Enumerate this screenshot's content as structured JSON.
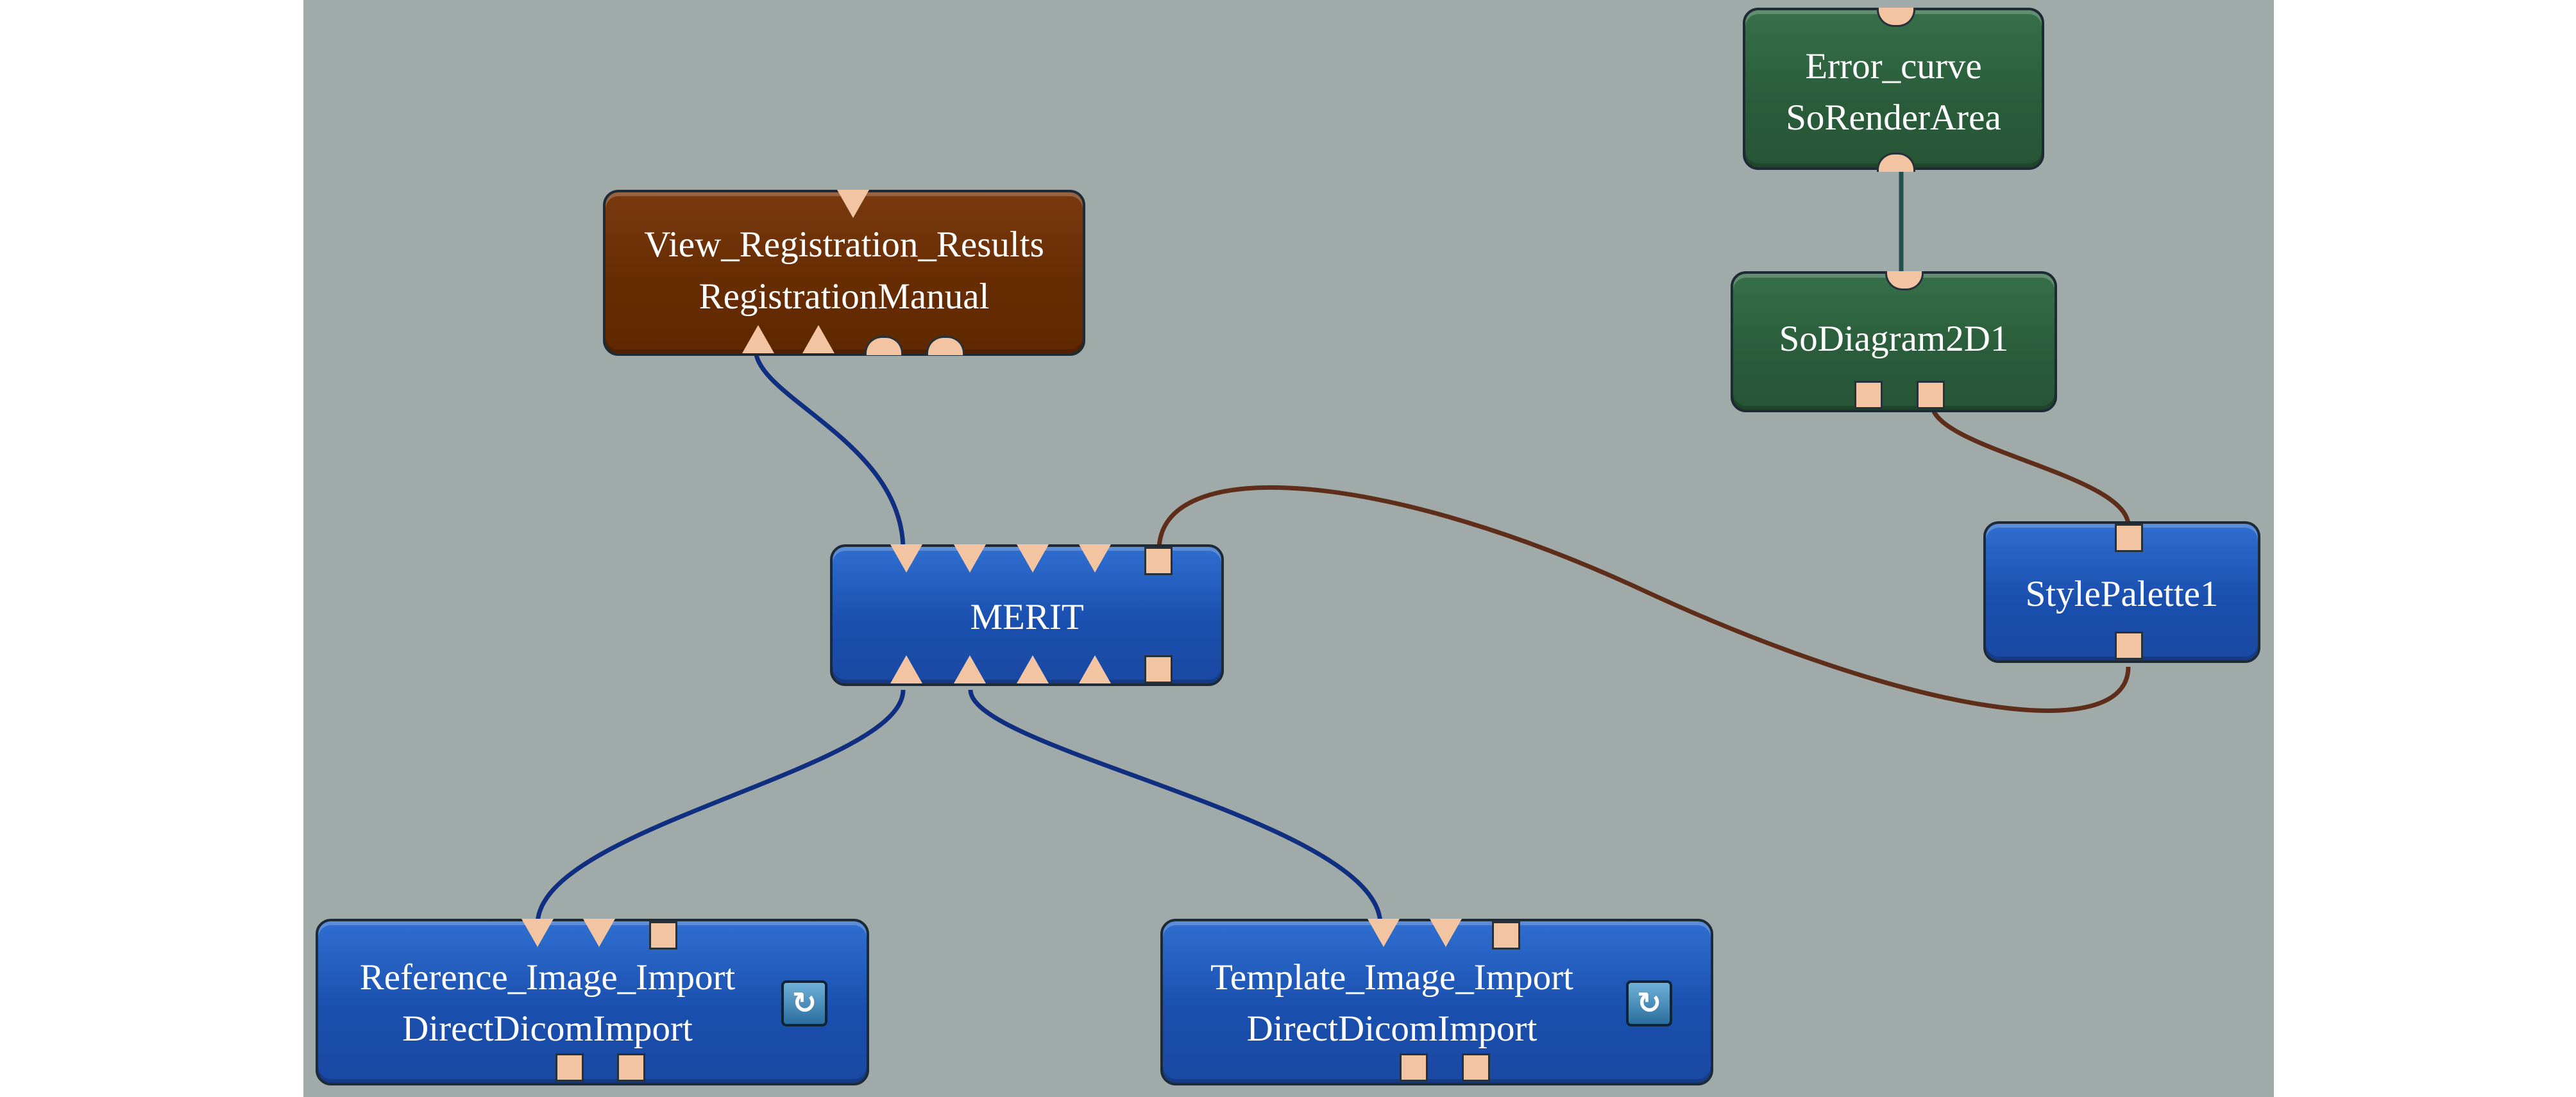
{
  "colors": {
    "canvas_background": "#a0aaa9",
    "blue_module": "#1a4fae",
    "green_module": "#2a5d3b",
    "orange_module": "#672c02",
    "port_fill": "#f2c4a2",
    "image_connection": "#102f80",
    "inventor_connection": "#234f4f",
    "base_connection": "#5e2e1b"
  },
  "modules": {
    "error_curve": {
      "line1": "Error_curve",
      "line2": "SoRenderArea"
    },
    "so_diagram": {
      "line1": "SoDiagram2D1"
    },
    "view_registration": {
      "line1": "View_Registration_Results",
      "line2": "RegistrationManual"
    },
    "merit": {
      "line1": "MERIT"
    },
    "style_palette": {
      "line1": "StylePalette1"
    },
    "reference_import": {
      "line1": "Reference_Image_Import",
      "line2": "DirectDicomImport",
      "action_icon": "reload-icon"
    },
    "template_import": {
      "line1": "Template_Image_Import",
      "line2": "DirectDicomImport",
      "action_icon": "reload-icon"
    }
  }
}
